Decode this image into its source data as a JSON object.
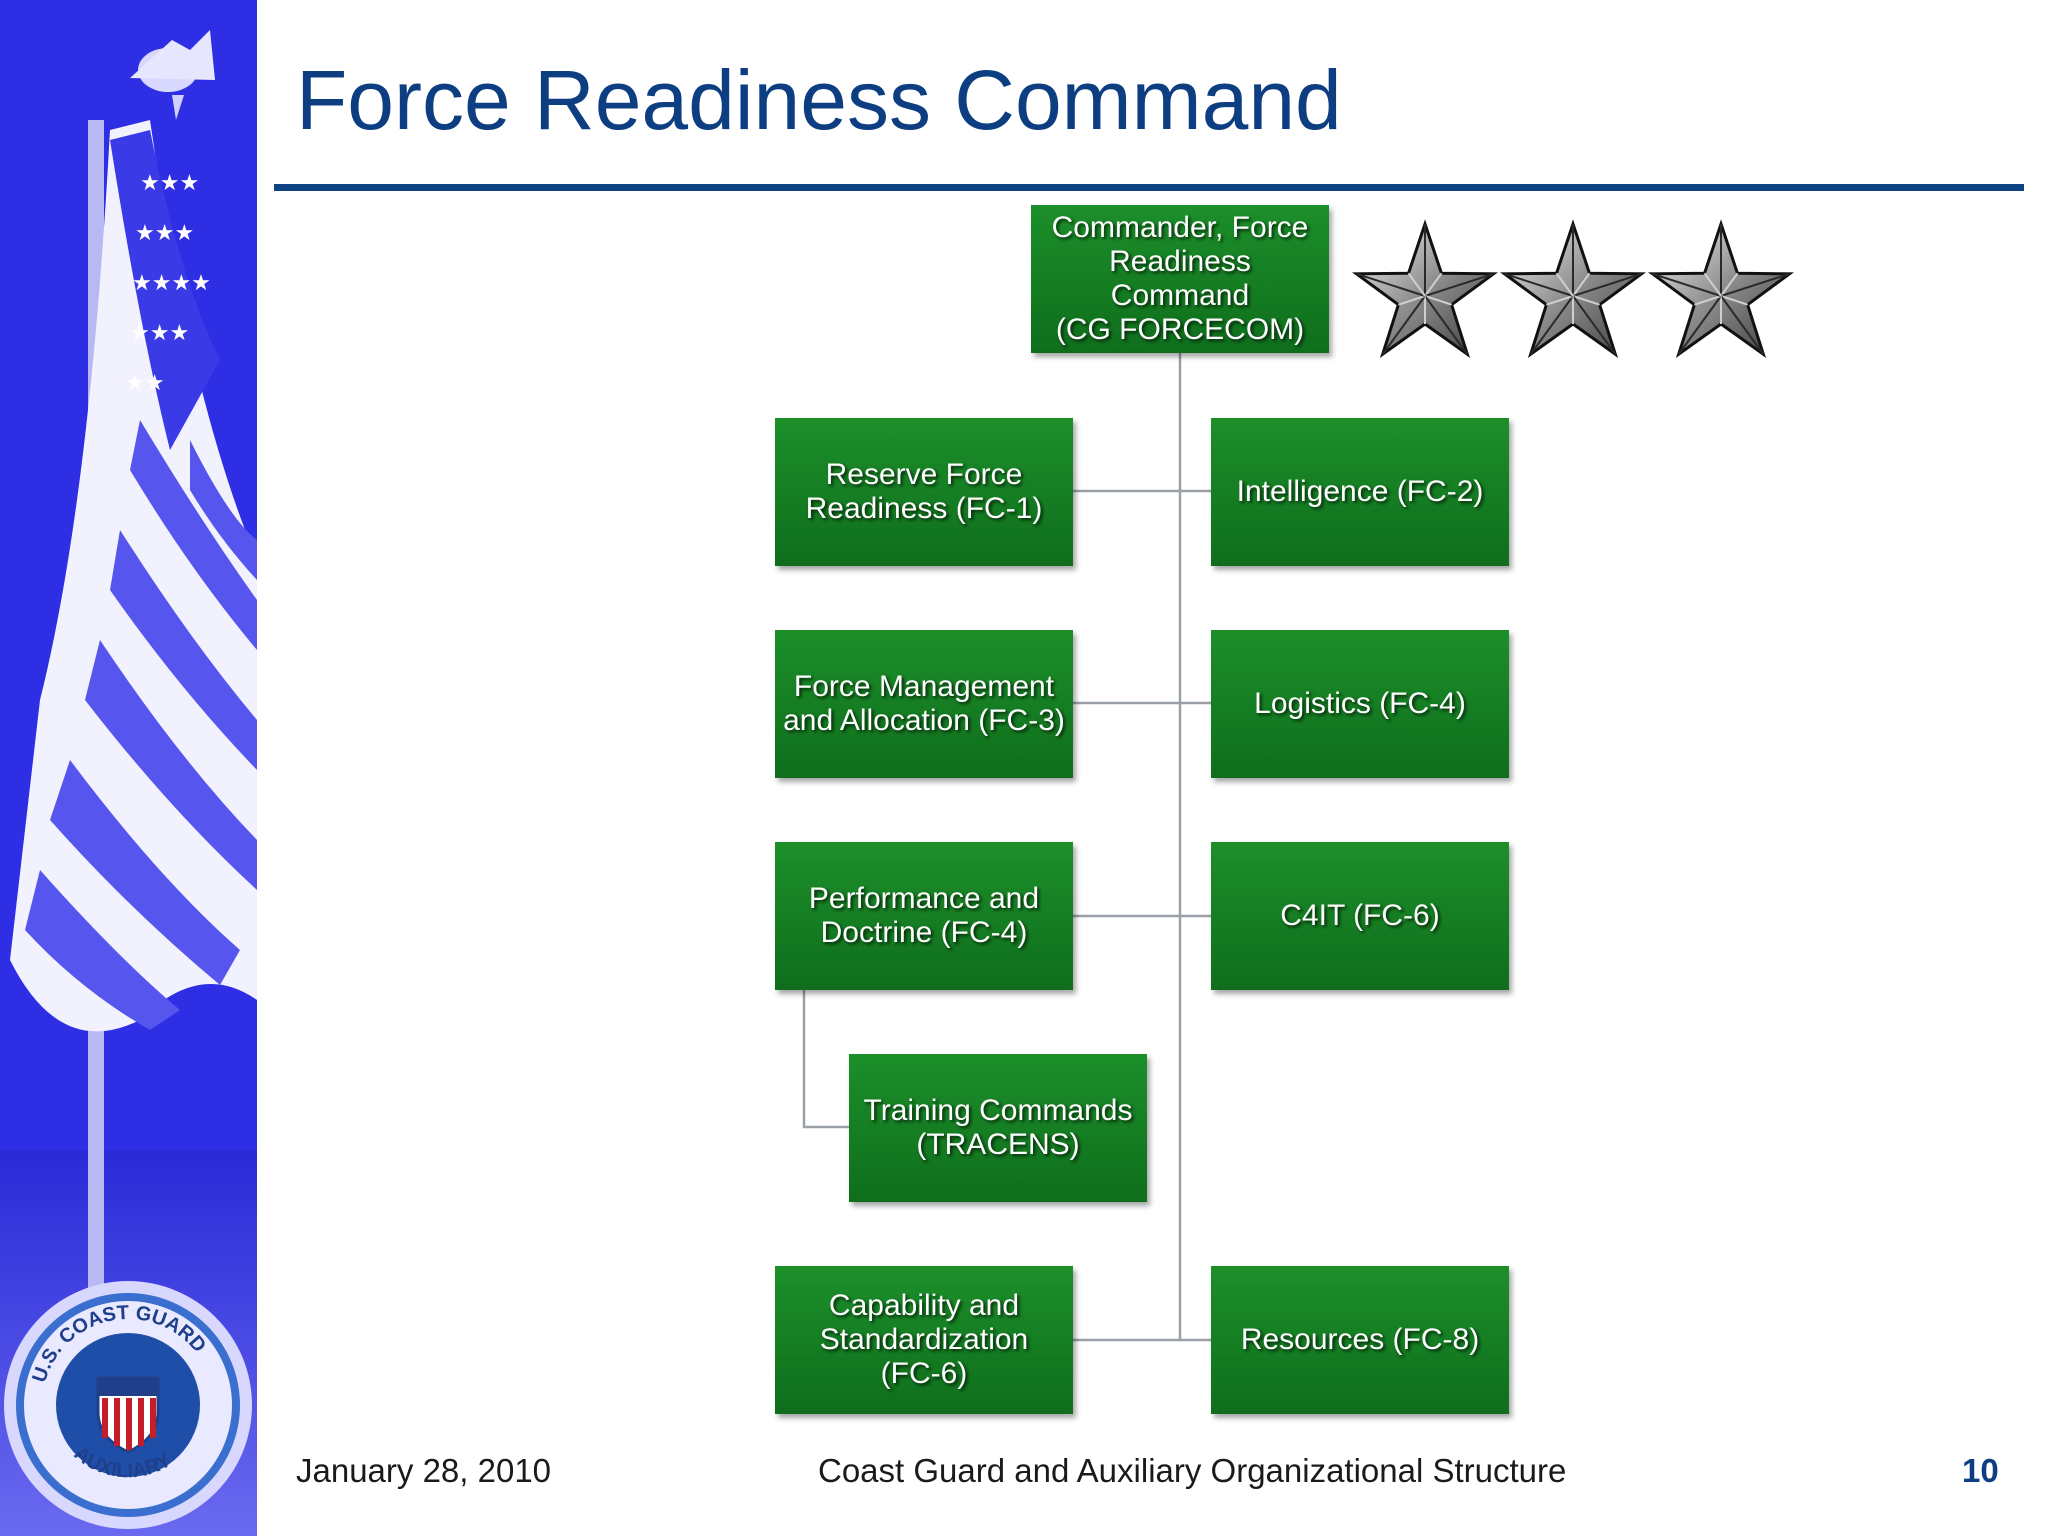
{
  "slide": {
    "title": "Force Readiness Command",
    "footer_date": "January 28, 2010",
    "footer_center": "Coast Guard and Auxiliary Organizational Structure",
    "page_number": "10"
  },
  "org_chart": {
    "top": "Commander, Force\nReadiness\nCommand\n(CG FORCECOM)",
    "rank_stars": 3,
    "left_units": [
      "Reserve Force\nReadiness (FC-1)",
      "Force Management\nand Allocation (FC-3)",
      "Performance and\nDoctrine (FC-4)",
      "Capability and\nStandardization\n(FC-6)"
    ],
    "sub_unit": "Training Commands\n(TRACENS)",
    "right_units": [
      "Intelligence (FC-2)",
      "Logistics (FC-4)",
      "C4IT (FC-6)",
      "Resources (FC-8)"
    ]
  },
  "colors": {
    "box_green": "#167e24",
    "title_blue": "#0d3e82",
    "sidebar_blue": "#2f2fe6"
  },
  "seal_text": "U.S. COAST GUARD AUXILIARY"
}
